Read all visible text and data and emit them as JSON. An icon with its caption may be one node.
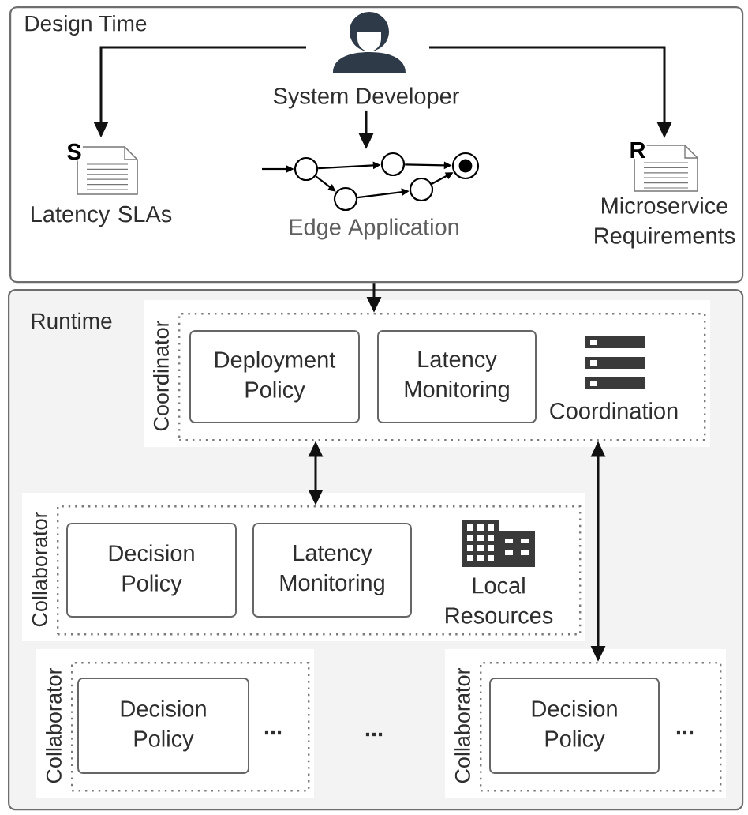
{
  "diagram": {
    "nodes": [
      {
        "text": [
          "Design Time"
        ]
      },
      {
        "text": [
          "System Developer"
        ],
        "in": 0
      },
      {
        "text": [
          "S",
          "Latency SLAs"
        ],
        "in": 0
      },
      {
        "text": [
          "Edge Application"
        ],
        "in": 0
      },
      {
        "text": [
          "R",
          "Microservice Requirements"
        ],
        "in": 0
      },
      {
        "text": [
          "Runtime"
        ]
      },
      {
        "text": [
          "Coordinator"
        ],
        "in": 5
      },
      {
        "text": [
          "Deployment Policy"
        ],
        "in": 6
      },
      {
        "text": [
          "Latency Monitoring"
        ],
        "in": 6
      },
      {
        "text": [
          "Collaborator"
        ],
        "in": 5
      },
      {
        "text": [
          "Decision Policy"
        ],
        "in": 9
      },
      {
        "text": [
          "Latency Monitoring"
        ],
        "in": 9
      },
      {
        "text": [
          "Collaborator"
        ],
        "in": 5
      },
      {
        "text": [
          "Decision Policy"
        ],
        "in": 12
      },
      {
        "text": [
          "Collaborator"
        ],
        "in": 5
      },
      {
        "text": [
          "Decision Policy"
        ],
        "in": 14
      }
    ],
    "edges": [
      {
        "from": 1,
        "to": 2,
        "arrow": "to"
      },
      {
        "from": 1,
        "to": 3,
        "arrow": "to"
      },
      {
        "from": 1,
        "to": 4,
        "arrow": "to"
      },
      {
        "from": 0,
        "to": 6,
        "arrow": "to"
      },
      {
        "from": 6,
        "to": 9,
        "arrow": "both"
      },
      {
        "from": 6,
        "to": 14,
        "arrow": "both"
      }
    ],
    "labels": [
      "Coordination",
      "Local Resources",
      "...",
      "...",
      "..."
    ]
  }
}
